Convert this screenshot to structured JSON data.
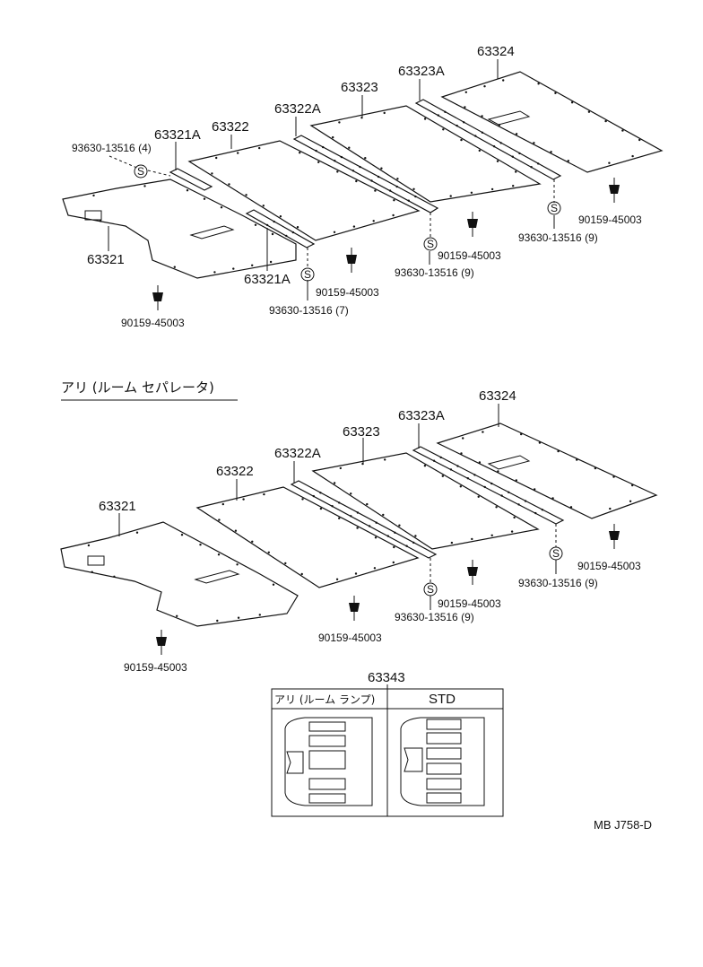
{
  "top": {
    "p63324": "63324",
    "p63323A": "63323A",
    "p63323": "63323",
    "p63322A": "63322A",
    "p63322": "63322",
    "p63321A_top": "63321A",
    "p63321A_bottom": "63321A",
    "p63321": "63321",
    "clip_4": "93630-13516 (4)",
    "clip_7": "93630-13516 (7)",
    "clip_9a": "93630-13516 (9)",
    "clip_9b": "93630-13516 (9)",
    "bolt_a": "90159-45003",
    "bolt_b": "90159-45003",
    "bolt_c": "90159-45003",
    "bolt_d": "90159-45003"
  },
  "section_header": "アリ (ルーム セパレータ)",
  "bottom": {
    "p63324": "63324",
    "p63323A": "63323A",
    "p63323": "63323",
    "p63322A": "63322A",
    "p63322": "63322",
    "p63321": "63321",
    "clip_9a": "93630-13516 (9)",
    "clip_9b": "93630-13516 (9)",
    "bolt_a": "90159-45003",
    "bolt_b": "90159-45003",
    "bolt_c": "90159-45003",
    "bolt_d": "90159-45003"
  },
  "table": {
    "part": "63343",
    "col1": "アリ (ルーム ランプ)",
    "col2": "STD"
  },
  "clip_symbol": "S",
  "ref_code": "MB J758-D"
}
